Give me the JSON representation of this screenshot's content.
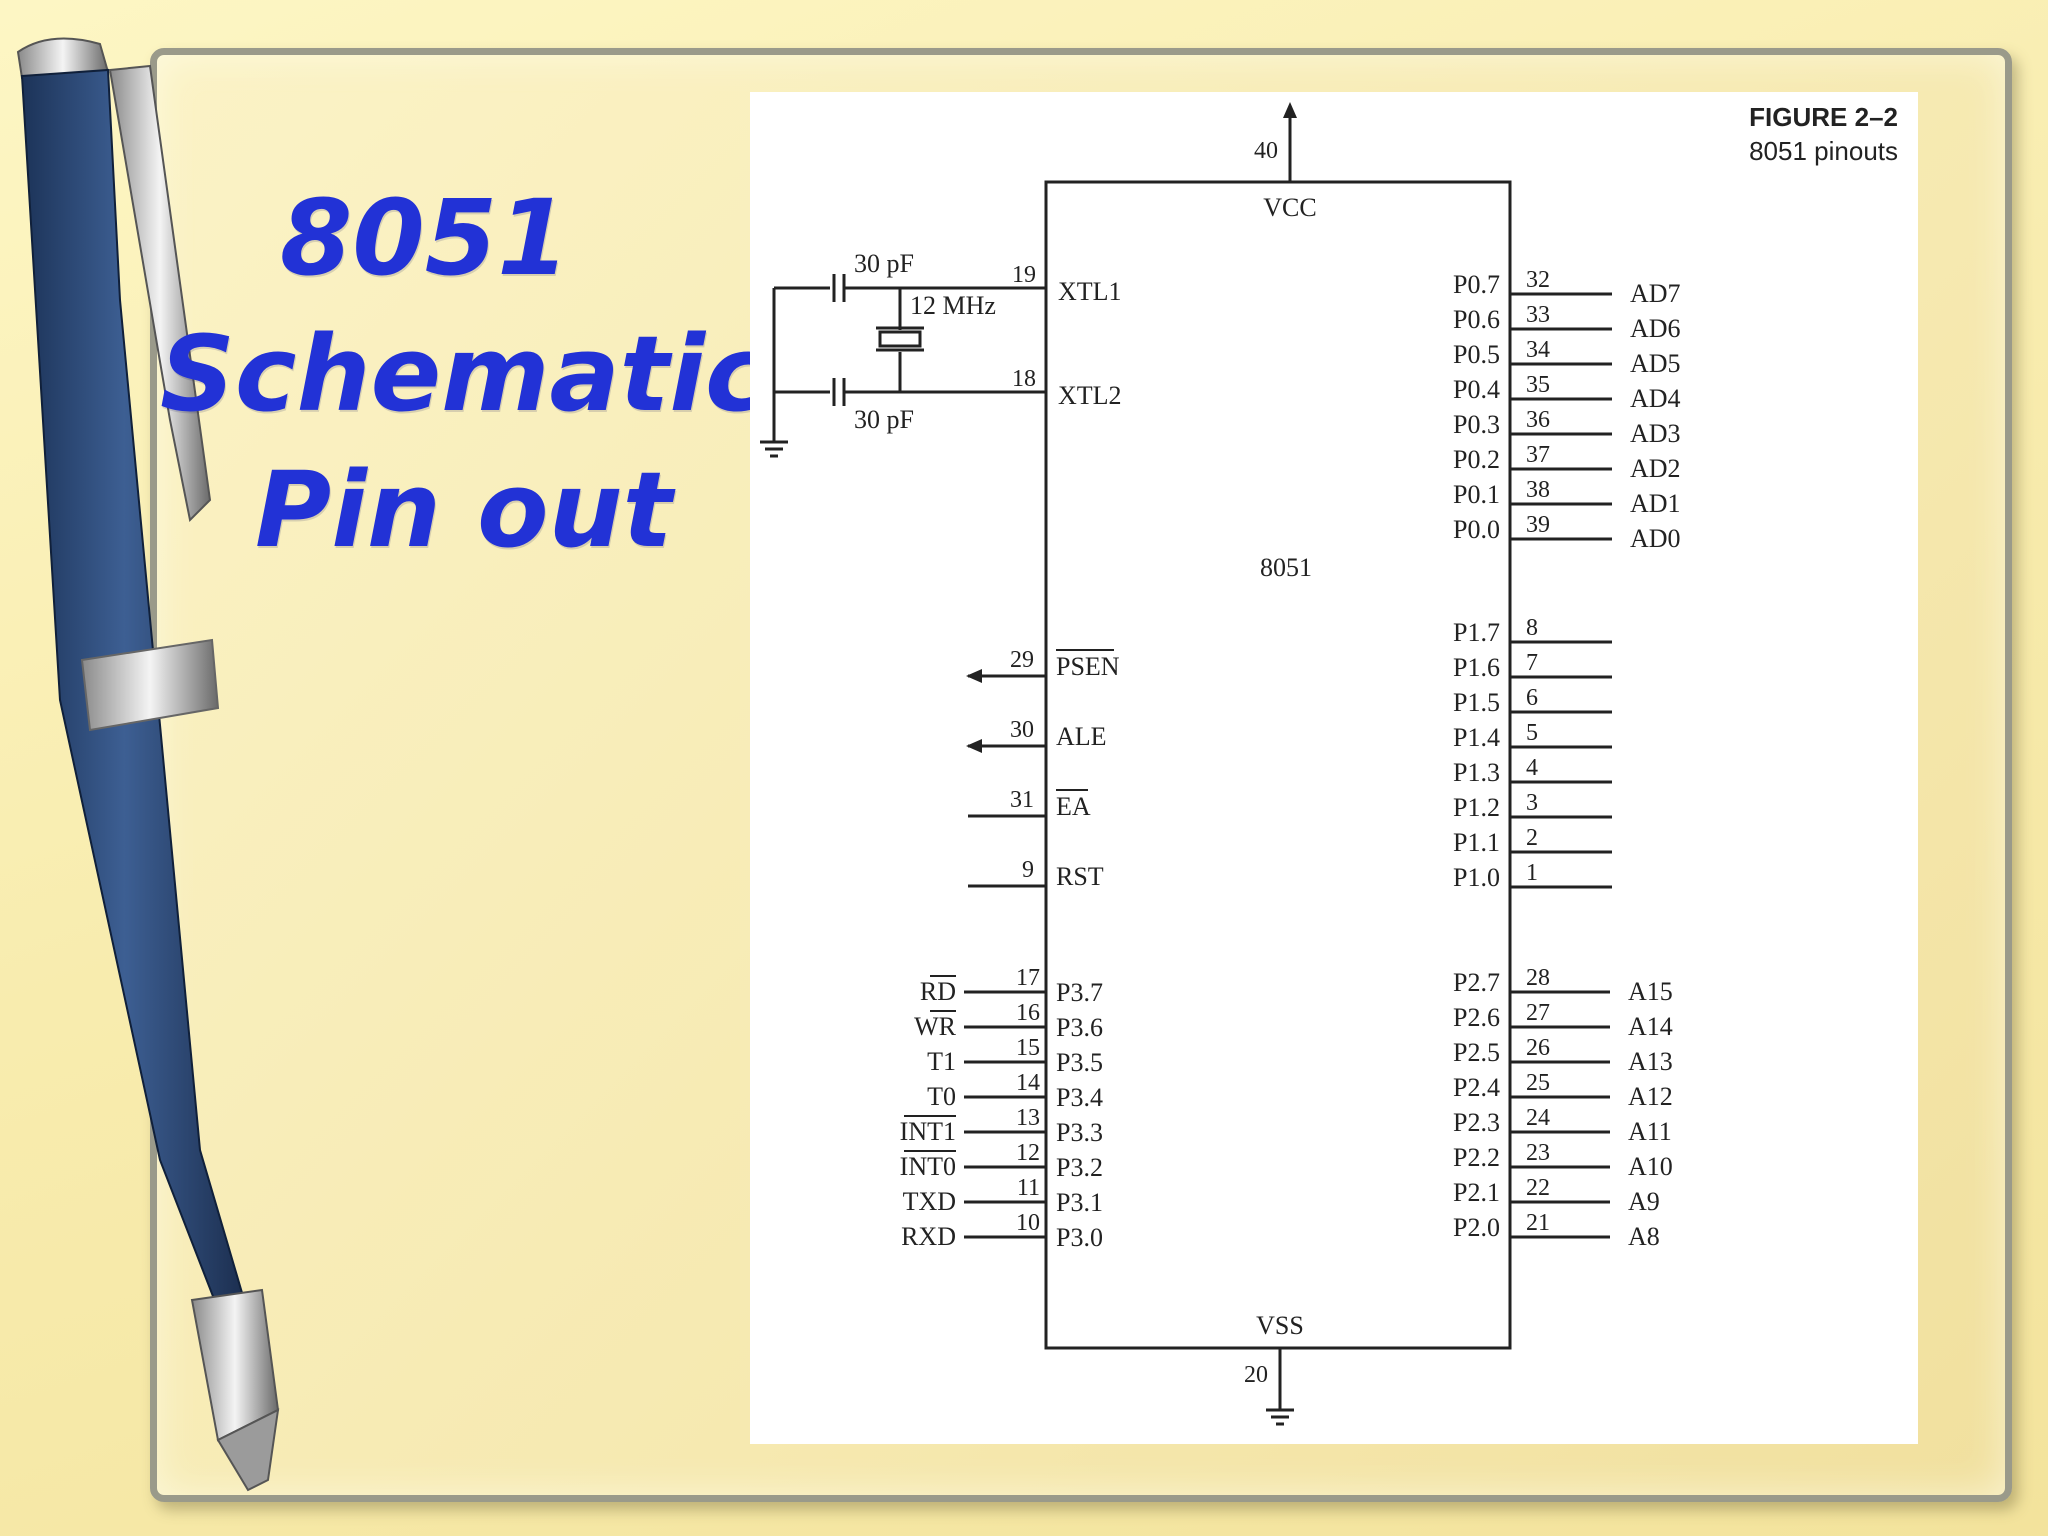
{
  "slide": {
    "title_lines": [
      "8051",
      "Schematic",
      "Pin out"
    ]
  },
  "figure": {
    "caption_title": "FIGURE 2–2",
    "caption_subtitle": "8051 pinouts",
    "chip_label": "8051",
    "vcc": {
      "label": "VCC",
      "pin": "40"
    },
    "vss": {
      "label": "VSS",
      "pin": "20"
    },
    "crystal": {
      "cap_top": "30 pF",
      "cap_bottom": "30 pF",
      "freq": "12 MHz",
      "xtl1": {
        "label": "XTL1",
        "pin": "19"
      },
      "xtl2": {
        "label": "XTL2",
        "pin": "18"
      }
    },
    "left_controls": [
      {
        "label": "PSEN",
        "pin": "29",
        "overline": true,
        "arrow": true
      },
      {
        "label": "ALE",
        "pin": "30",
        "overline": false,
        "arrow": true
      },
      {
        "label": "EA",
        "pin": "31",
        "overline": true,
        "arrow": false
      },
      {
        "label": "RST",
        "pin": "9",
        "overline": false,
        "arrow": false
      }
    ],
    "port3": [
      {
        "label": "P3.7",
        "pin": "17",
        "signal": "RD",
        "overline": true
      },
      {
        "label": "P3.6",
        "pin": "16",
        "signal": "WR",
        "overline": true
      },
      {
        "label": "P3.5",
        "pin": "15",
        "signal": "T1",
        "overline": false
      },
      {
        "label": "P3.4",
        "pin": "14",
        "signal": "T0",
        "overline": false
      },
      {
        "label": "P3.3",
        "pin": "13",
        "signal": "INT1",
        "overline": true
      },
      {
        "label": "P3.2",
        "pin": "12",
        "signal": "INT0",
        "overline": true
      },
      {
        "label": "P3.1",
        "pin": "11",
        "signal": "TXD",
        "overline": false
      },
      {
        "label": "P3.0",
        "pin": "10",
        "signal": "RXD",
        "overline": false
      }
    ],
    "port0": [
      {
        "label": "P0.7",
        "pin": "32",
        "signal": "AD7"
      },
      {
        "label": "P0.6",
        "pin": "33",
        "signal": "AD6"
      },
      {
        "label": "P0.5",
        "pin": "34",
        "signal": "AD5"
      },
      {
        "label": "P0.4",
        "pin": "35",
        "signal": "AD4"
      },
      {
        "label": "P0.3",
        "pin": "36",
        "signal": "AD3"
      },
      {
        "label": "P0.2",
        "pin": "37",
        "signal": "AD2"
      },
      {
        "label": "P0.1",
        "pin": "38",
        "signal": "AD1"
      },
      {
        "label": "P0.0",
        "pin": "39",
        "signal": "AD0"
      }
    ],
    "port1": [
      {
        "label": "P1.7",
        "pin": "8"
      },
      {
        "label": "P1.6",
        "pin": "7"
      },
      {
        "label": "P1.5",
        "pin": "6"
      },
      {
        "label": "P1.4",
        "pin": "5"
      },
      {
        "label": "P1.3",
        "pin": "4"
      },
      {
        "label": "P1.2",
        "pin": "3"
      },
      {
        "label": "P1.1",
        "pin": "2"
      },
      {
        "label": "P1.0",
        "pin": "1"
      }
    ],
    "port2": [
      {
        "label": "P2.7",
        "pin": "28",
        "signal": "A15"
      },
      {
        "label": "P2.6",
        "pin": "27",
        "signal": "A14"
      },
      {
        "label": "P2.5",
        "pin": "26",
        "signal": "A13"
      },
      {
        "label": "P2.4",
        "pin": "25",
        "signal": "A12"
      },
      {
        "label": "P2.3",
        "pin": "24",
        "signal": "A11"
      },
      {
        "label": "P2.2",
        "pin": "23",
        "signal": "A10"
      },
      {
        "label": "P2.1",
        "pin": "22",
        "signal": "A9"
      },
      {
        "label": "P2.0",
        "pin": "21",
        "signal": "A8"
      }
    ]
  },
  "colors": {
    "title": "#2232d6",
    "pen_body": "#2c4a7a",
    "frame": "#9a9a8a"
  }
}
